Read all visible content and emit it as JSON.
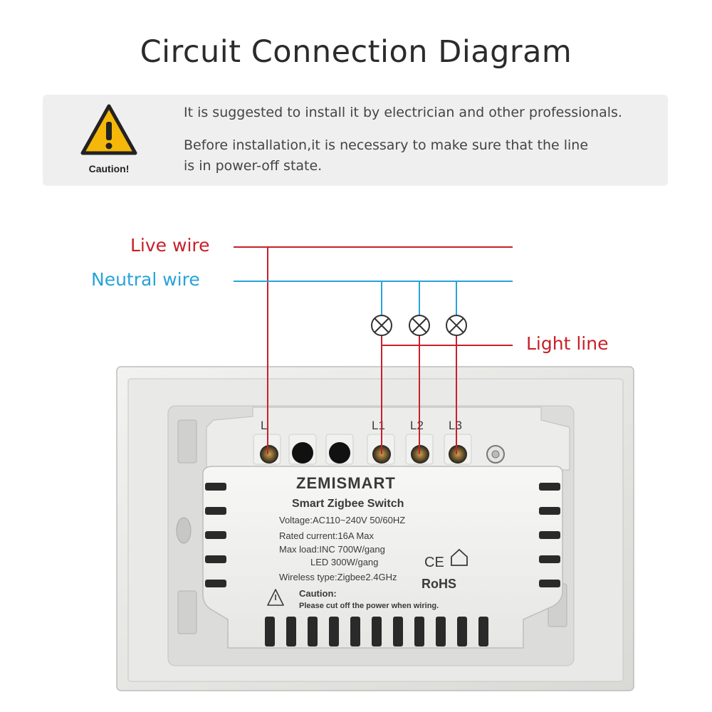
{
  "title": "Circuit Connection Diagram",
  "caution": {
    "label": "Caution!",
    "line1": "It is suggested to install it by electrician and other professionals.",
    "line2": "Before installation,it is necessary to make sure that the line",
    "line3": "is in power-off state."
  },
  "wires": {
    "live": "Live wire",
    "neutral": "Neutral wire",
    "light": "Light line"
  },
  "colors": {
    "live": "#c8202a",
    "neutral": "#27a3da",
    "caution_yellow": "#f5b80a"
  },
  "device": {
    "brand": "ZEMISMART",
    "name": "Smart Zigbee Switch",
    "voltage": "Voltage:AC110~240V  50/60HZ",
    "rated_current": "Rated current:16A Max",
    "max_load": "Max load:INC 700W/gang",
    "led_load": "LED 300W/gang",
    "wireless": "Wireless type:Zigbee2.4GHz",
    "rohs": "RoHS",
    "ce": "CE",
    "caution_title": "Caution:",
    "caution_text": "Please cut off the power when wiring.",
    "terminals": [
      "L",
      "L1",
      "L2",
      "L3"
    ]
  }
}
